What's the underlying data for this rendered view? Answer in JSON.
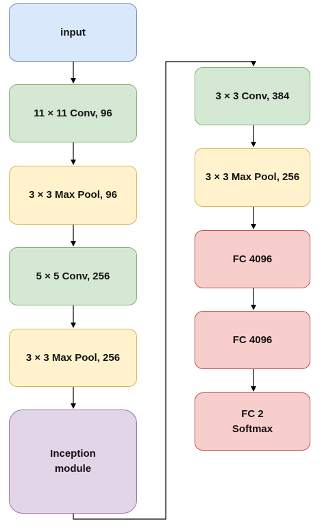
{
  "nodes": {
    "input": "input",
    "conv11": "11 × 11 Conv, 96",
    "pool1": "3 × 3 Max Pool, 96",
    "conv5": "5 × 5 Conv, 256",
    "pool2": "3 × 3 Max Pool, 256",
    "inception": "Inception\nmodule",
    "conv3": "3 × 3 Conv, 384",
    "pool3": "3 × 3 Max Pool, 256",
    "fc1": "FC 4096",
    "fc2": "FC 4096",
    "fc3": "FC 2\nSoftmax"
  },
  "colors": {
    "input": "#dae8fc",
    "conv": "#d5e8d4",
    "pool": "#fff2cc",
    "inception": "#e1d5e7",
    "fc": "#f8cecc",
    "arrow": "#000000"
  }
}
